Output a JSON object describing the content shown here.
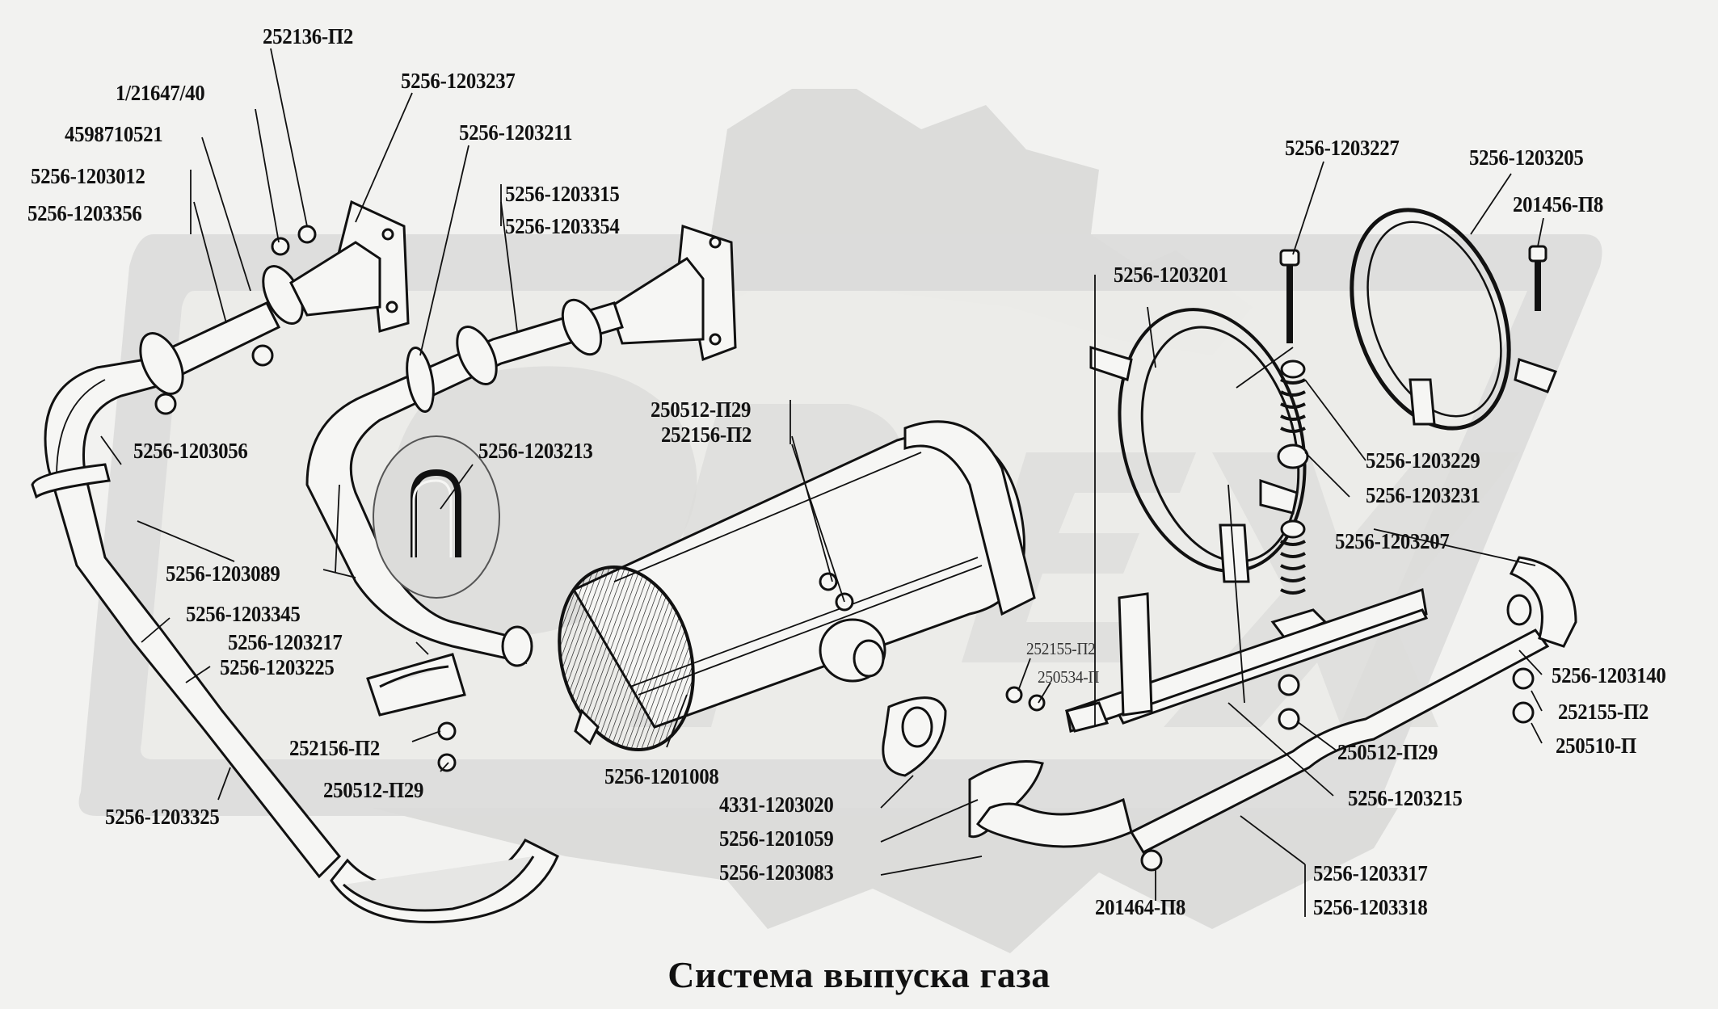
{
  "diagram": {
    "title": "Система выпуска газа",
    "watermark": "ОРЕХ (logo with gear)",
    "colors": {
      "background": "#f2f2f0",
      "watermark": "#dcdcda",
      "ink": "#111111"
    },
    "labels": {
      "l01": "252136-П2",
      "l02": "1/21647/40",
      "l03": "4598710521",
      "l04": "5256-1203012",
      "l05": "5256-1203356",
      "l06": "5256-1203237",
      "l07": "5256-1203211",
      "l08": "5256-1203315",
      "l09": "5256-1203354",
      "l10": "5256-1203227",
      "l11": "5256-1203205",
      "l12": "201456-П8",
      "l13": "5256-1203201",
      "l14": "5256-1203056",
      "l15": "5256-1203213",
      "l16": "250512-П29",
      "l17": "252156-П2",
      "l18": "5256-1203229",
      "l19": "5256-1203231",
      "l20": "5256-1203207",
      "l21": "5256-1203089",
      "l22": "5256-1203345",
      "l23": "5256-1203217",
      "l24": "5256-1203225",
      "l25": "252155-П2",
      "l26": "250534-П",
      "l27": "5256-1203140",
      "l28": "252155-П2",
      "l29": "250510-П",
      "l30": "252156-П2",
      "l31": "250512-П29",
      "l32": "250512-П29",
      "l33": "5256-1203325",
      "l34": "5256-1201008",
      "l35": "5256-1203215",
      "l36": "4331-1203020",
      "l37": "5256-1201059",
      "l38": "5256-1203083",
      "l39": "5256-1203317",
      "l40": "5256-1203318",
      "l41": "201464-П8"
    },
    "components": [
      "front-exhaust-pipe-left",
      "front-exhaust-pipe-right",
      "pipe-bracket-left",
      "pipe-bracket-right",
      "muffler",
      "muffler-clamp-front",
      "muffler-clamp-rear",
      "muffler-support-bracket",
      "tail-pipe",
      "spring-mount-assembly",
      "u-bolt",
      "flange-gasket",
      "outlet-flange-pipe",
      "support-rod",
      "clamp-pad"
    ]
  }
}
